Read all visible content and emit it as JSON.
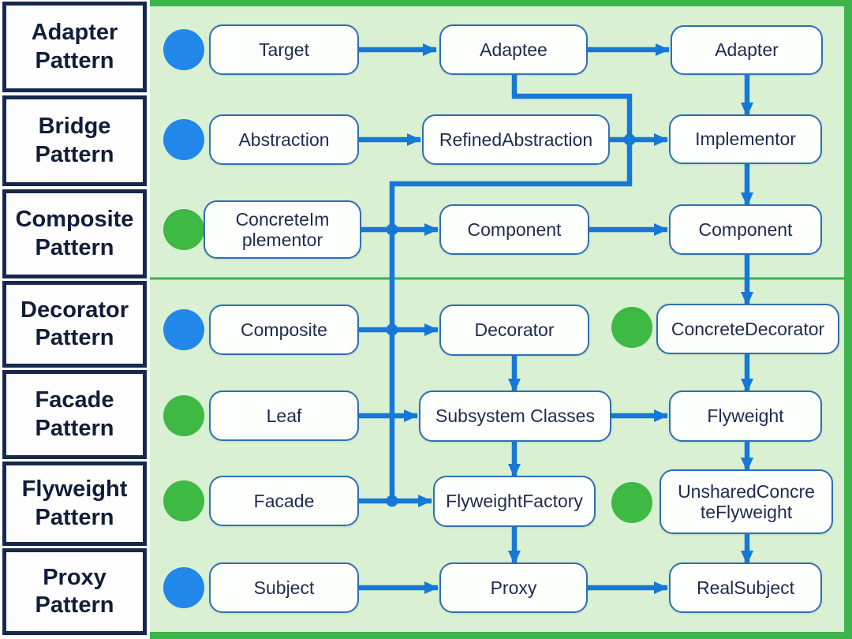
{
  "title": "Structural design patterns relationship diagram",
  "colors": {
    "arrow": "#1678d6",
    "box_border": "#2f6fb3",
    "box_fill": "#fdfffd",
    "box_text": "#1d2c4e",
    "marker_blue": "#2187e8",
    "marker_green": "#3db944",
    "panel_bg": "#d9f0d2",
    "panel_border": "#3db44c",
    "sidebar_border": "#16294d",
    "sidebar_text": "#101e38",
    "separator": "#3fae4c"
  },
  "sidebar": {
    "items": [
      {
        "label": "Adapter\nPattern"
      },
      {
        "label": "Bridge\nPattern"
      },
      {
        "label": "Composite\nPattern"
      },
      {
        "label": "Decorator\nPattern"
      },
      {
        "label": "Facade\nPattern"
      },
      {
        "label": "Flyweight\nPattern"
      },
      {
        "label": "Proxy\nPattern"
      }
    ]
  },
  "boxes": {
    "target": "Target",
    "adaptee": "Adaptee",
    "adapter": "Adapter",
    "abstraction": "Abstraction",
    "refined_abstraction": "RefinedAbstraction",
    "implementor": "Implementor",
    "concrete_implementor": "ConcreteIm\nplementor",
    "component_left": "Component",
    "component_right": "Component",
    "composite": "Composite",
    "decorator": "Decorator",
    "concrete_decorator": "ConcreteDecorator",
    "leaf": "Leaf",
    "subsystem_classes": "Subsystem Classes",
    "flyweight": "Flyweight",
    "facade": "Facade",
    "flyweight_factory": "FlyweightFactory",
    "unshared_concrete_flyweight": "UnsharedConcre\nteFlyweight",
    "subject": "Subject",
    "proxy": "Proxy",
    "real_subject": "RealSubject"
  },
  "row_markers": [
    "blue",
    "blue",
    "green",
    "blue",
    "green",
    "green",
    "blue"
  ],
  "extra_markers": [
    {
      "row": "Decorator Pattern",
      "before_box": "ConcreteDecorator",
      "color": "green"
    },
    {
      "row": "Flyweight Pattern",
      "before_box": "UnsharedConcreteFlyweight",
      "color": "green"
    }
  ]
}
